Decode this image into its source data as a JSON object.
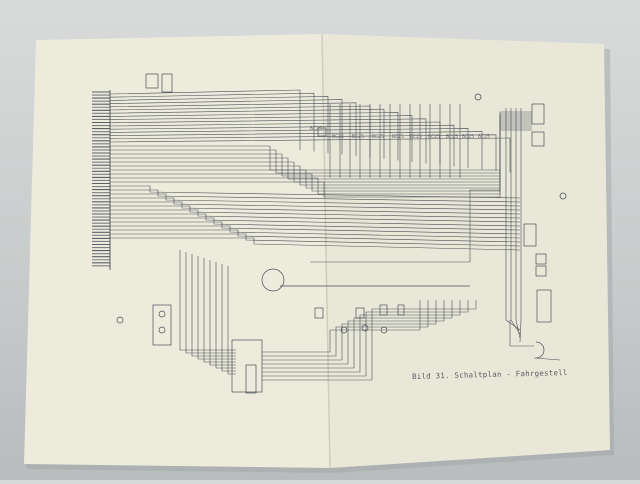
{
  "diagram": {
    "caption": "Bild 31. Schaltplan - Fahrgestell",
    "component_labels": [
      "BC25",
      "BC25",
      "BC25",
      "BC25",
      "BC25",
      "BC25",
      "BC25",
      "BC25",
      "BC25",
      "BC25"
    ],
    "ground_symbols": 2,
    "connector_blocks": [
      "left-terminal-strip",
      "center-connector",
      "right-plugs"
    ],
    "colors": {
      "paper": "#ecebdc",
      "ink": "#4a4f57",
      "background": "#cfd2d2"
    }
  }
}
